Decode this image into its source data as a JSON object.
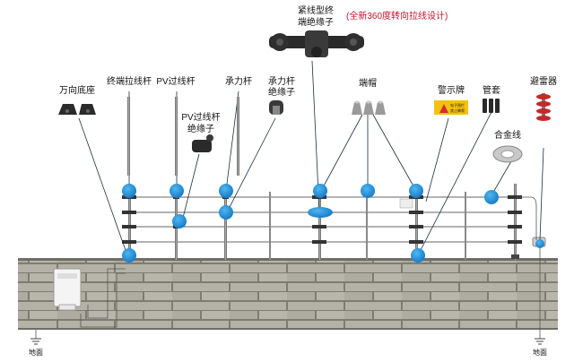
{
  "labels": {
    "tight_terminal_insulator_line1": "紧线型终",
    "tight_terminal_insulator_line2": "端绝缘子",
    "new_design_note": "(全新360度转向拉线设计)",
    "universal_base": "万向底座",
    "terminal_pole": "终端拉线杆",
    "pv_pass_pole": "PV过线杆",
    "pv_pass_insulator_line1": "PV过线杆",
    "pv_pass_insulator_line2": "绝缘子",
    "bearing_pole": "承力杆",
    "bearing_insulator_line1": "承力杆",
    "bearing_insulator_line2": "绝缘子",
    "end_cap": "端帽",
    "warning_sign": "警示牌",
    "sleeve": "管套",
    "lightning_arrester": "避雷器",
    "alloy_wire": "合金线",
    "ground_left": "地面",
    "ground_right": "地面"
  },
  "sign_text": {
    "line1": "电子围栏",
    "line2": "禁止攀爬"
  },
  "colors": {
    "callout_blue": "#1e8fd6",
    "callout_line": "#1f2d3d",
    "wall_mortar": "#7d7c72",
    "wall_block": "#b4b2a6",
    "note_red": "#c8102e"
  },
  "icons": {
    "ground": "ground-symbol-icon",
    "warning": "warning-triangle-icon"
  }
}
